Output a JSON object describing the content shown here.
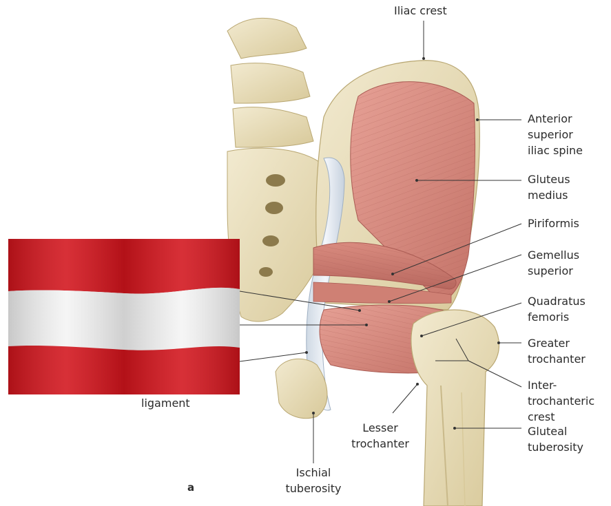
{
  "figure": {
    "letter": "a",
    "labels": {
      "iliac_crest": "Iliac crest",
      "anterior_superior_iliac_spine": "Anterior\nsuperior\niliac spine",
      "gluteus_medius": "Gluteus\nmedius",
      "piriformis": "Piriformis",
      "gemellus_superior": "Gemellus\nsuperior",
      "quadratus_femoris": "Quadratus\nfemoris",
      "greater_trochanter": "Greater\ntrochanter",
      "intertrochanteric_crest": "Inter-\ntrochanteric\ncrest",
      "gluteal_tuberosity": "Gluteal\ntuberosity",
      "lesser_trochanter": "Lesser\ntrochanter",
      "ischial_tuberosity": "Ischial\ntuberosity",
      "ligament": "ligament"
    }
  },
  "overlay": {
    "name": "flag-of-austria",
    "colors": {
      "red": "#d2141c",
      "white": "#f4f4f4"
    }
  },
  "colors": {
    "bone": "#e9dfbe",
    "bone_shadow": "#c9b98a",
    "muscle": "#d98b7f",
    "muscle_dark": "#b8685f",
    "ligament": "#e6ecf3",
    "leader": "#333333"
  }
}
